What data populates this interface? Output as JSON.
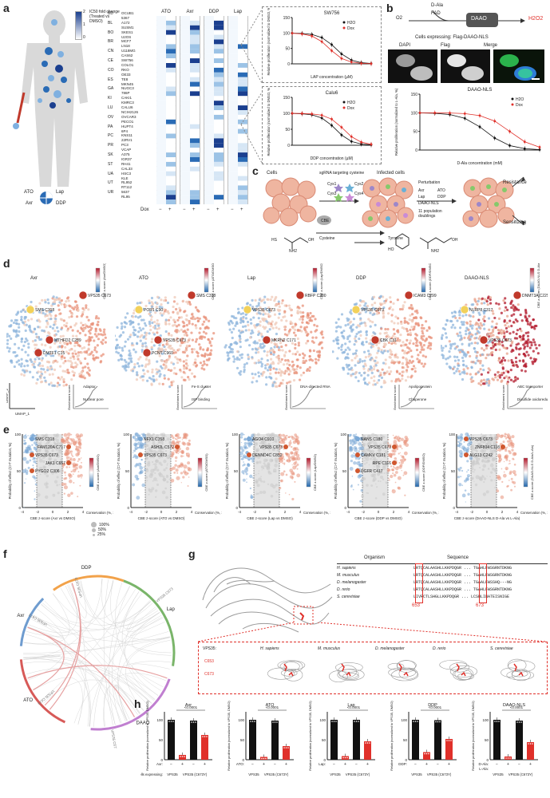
{
  "panels": {
    "a": "a",
    "b": "b",
    "c": "c",
    "d": "d",
    "e": "e",
    "f": "f",
    "g": "g",
    "h": "h"
  },
  "colors": {
    "red": "#e0302a",
    "blue": "#2a6bb5",
    "dark_blue": "#1b3f8f",
    "black": "#111111",
    "grey": "#cfcfcf"
  },
  "panel_a": {
    "legend_title": "IC50 fold change (Treated vs DMSO)",
    "legend_ticks": [
      "2",
      "1",
      "0"
    ],
    "drug_legend": [
      "ATO",
      "Lap",
      "Axr",
      "DDP"
    ],
    "heat_cols": [
      "ATO",
      "Axr",
      "DDP",
      "Lap"
    ],
    "heat_footer": "Dox",
    "heat_signs": [
      "−",
      "+",
      "−",
      "+",
      "−",
      "+",
      "−",
      "+"
    ],
    "tissue_labels": [
      "BD",
      "BL",
      "BO",
      "BR",
      "CN",
      "CE",
      "CO",
      "ES",
      "GA",
      "KI",
      "LU",
      "OV",
      "PA",
      "PC",
      "PR",
      "SK",
      "ST",
      "UA",
      "UT",
      "UR"
    ],
    "cell_lines": [
      "OCUB1",
      "5367",
      "A172",
      "SUSM1",
      "SKES1",
      "U2OS",
      "MCF7",
      "LN18",
      "U118MG",
      "CAS62",
      "SW756",
      "COLO1",
      "RKO",
      "OE33",
      "TE8",
      "MKN45",
      "NUGC3",
      "786P",
      "CAKI1",
      "KMRC3",
      "CALU6",
      "NCIH2126",
      "OVCAR3",
      "PECO1",
      "HUPT4",
      "6P4",
      "KNS11",
      "22RV1",
      "PC3",
      "VCAP",
      "A375",
      "IGR37",
      "RH41",
      "CAL33",
      "HSC3",
      "KLE",
      "RL952",
      "RT112",
      "5637",
      "RL95"
    ],
    "chart1_title": "SW756",
    "chart1_xlabel": "LAP concentration (µM)",
    "chart1_ylabel": "Relative proliferation (normalized to DMSO, %)",
    "chart2_title": "Calu6",
    "chart2_xlabel": "DDP concentration (µM)",
    "chart2_ylabel": "Relative proliferation (normalized to DMSO, %)",
    "legend_h2o": "H2O",
    "legend_dox": "Dox"
  },
  "panel_b": {
    "substrate": "D-Ala",
    "o2": "O2",
    "fad": "FAD",
    "enzyme": "DAAO",
    "product": "H2O2",
    "caption": "Cells expressing: Flag-DAAO-NLS",
    "img_labels": [
      "DAPI",
      "Flag",
      "Merge"
    ],
    "chart_title": "DAAO-NLS",
    "xlabel": "D-Ala concentration (mM)",
    "ylabel": "Relative proliferation (normalized to L-Ala, %)",
    "legend_h2o": "H2O",
    "legend_dox": "Dox"
  },
  "panel_c": {
    "cells": "Cells",
    "sgrna": "sgRNA targeting cysteine",
    "cys": [
      "Cys1",
      "Cys2",
      "Cys3",
      "Cys4"
    ],
    "cbe": "CBE",
    "infected": "Infected cells",
    "perturb_title": "Perturbation",
    "perturb": [
      "Axr",
      "ATO",
      "Lap",
      "DDP",
      "DAAO-NLS"
    ],
    "doublings": "11 population doublings",
    "resistance": "Resistance",
    "sensitizing": "Sensitizing",
    "cys_to_tyr_a": "Cysteine",
    "cys_to_tyr_b": "Tyrosine",
    "nh2": "NH2",
    "oh": "OH",
    "sh": "HS",
    "ho": "HO"
  },
  "panel_d": {
    "umaps": [
      {
        "drug": "Axr",
        "scale": "CBE z-score (Axr/DMSO)",
        "labels": [
          "SMS C318",
          "VPS35 C673",
          "MTHFD2 C289",
          "DMTF1 C15"
        ],
        "enrich": [
          "Adaptor",
          "Nuclear pore"
        ]
      },
      {
        "drug": "ATO",
        "scale": "CBE z-score (ATO/DMSO)",
        "labels": [
          "POR1 C90",
          "SMS C318",
          "VPS35 C673",
          "PCNT C960"
        ],
        "enrich": [
          "Fe-S cluster",
          "ISP binding"
        ]
      },
      {
        "drug": "Lap",
        "scale": "CBE z-score (Lap/DMSO)",
        "labels": [
          "VPS35 C673",
          "RBFP C280",
          "MKRN2 C171"
        ],
        "enrich": [
          "DNA-directed RNA polymerase"
        ]
      },
      {
        "drug": "DDP",
        "scale": "CBE z-score (DDP/DMSO)",
        "labels": [
          "VPS35 C673",
          "ICAM3 C299",
          "CBK C31"
        ],
        "enrich": [
          "Apolipoprotein",
          "Chaperone"
        ]
      },
      {
        "drug": "DAAO-NLS",
        "scale": "CBE z-score (DAAO-NLS D-Ala/L-Ala)",
        "labels": [
          "NLRP8 C317",
          "DNMT3A C225",
          "VPS35 C673"
        ],
        "enrich": [
          "ABC transporter",
          "Disulfide oxidoreductase"
        ]
      }
    ],
    "umap_x": "UMAP_1",
    "umap_y": "UMAP_2",
    "enrich_x": "Enrichment score"
  },
  "panel_e": {
    "plots": [
      {
        "labels": [
          "SMS C318",
          "FAM120A C717",
          "VPS35 C673",
          "JAK1 C657",
          "PYGO2 C306"
        ],
        "xlabel": "CBE z-score (Axr vs DMSO)",
        "scale": "CBE z-score (Axr/DMSO)"
      },
      {
        "labels": [
          "NFX1 C358",
          "ASH2L C572",
          "VPS35 C673"
        ],
        "xlabel": "CBE z-score (ATO vs DMSO)",
        "scale": "CBE z-score (ATO/DMSO)"
      },
      {
        "labels": [
          "AGO4 C910",
          "VPS35 C673",
          "DENND4C C852"
        ],
        "xlabel": "CBE z-score (Lap vs DMSO)",
        "scale": "CBE z-score (Lap/DMSO)"
      },
      {
        "labels": [
          "NANS C180",
          "VPS35 C673",
          "CAMKV C181",
          "RPE C116",
          "DGFR C417"
        ],
        "xlabel": "CBE z-score (DDP vs DMSO)",
        "scale": "CBE z-score (DDP/DMSO)"
      },
      {
        "labels": [
          "VPS35 C673",
          "ZNF804 C118",
          "ALG13 C242"
        ],
        "xlabel": "CBE z-score (DAAO-NLS D-Ala vs L-Ala)",
        "scale": "CBE z-score (DAAO-NLS D-Ala/L-Ala)"
      }
    ],
    "ylabel": "Probability of effect (C>T mutation, %)",
    "conservation": "Conservation (%, 102 organisms)",
    "size_legend": [
      "100%",
      "50%",
      "25%"
    ]
  },
  "panel_f": {
    "arcs": [
      "Lap",
      "DAAO",
      "ATO",
      "Axr",
      "DDP"
    ],
    "ribbons": [
      "VPS35 C673",
      "VPS35 C673",
      "VPS35 C673",
      "VPS35 C673",
      "VPS35 C673"
    ]
  },
  "panel_g": {
    "col_org": "Organism",
    "col_seq": "Sequence",
    "rows": [
      {
        "org": "H. sapiens",
        "seq": "LRTQCALAASHLLKKPDQGR ... TGAHLFWSGRNTDKNG"
      },
      {
        "org": "M. musculus",
        "seq": "LRTQCALAASHLLKKPDQGR ... TGAHLFWSGRNTDKNG"
      },
      {
        "org": "D. melanogaster",
        "seq": "LRTQCALAASHLLKKPDQGR ... TGAALFWSSHQ---NG"
      },
      {
        "org": "D. rerio",
        "seq": "LRTQCALAASHLLKKPDQGR ... TGAHLFWSGRNTDKNG"
      },
      {
        "org": "S. cerevisiae",
        "seq": "LIVRCTLSHGLLKKPDQGR ... LCSHLIWATEISNIGE"
      }
    ],
    "pos1": "653",
    "pos2": "673",
    "struct_labels": [
      "VPS35:",
      "H. sapiens",
      "M. musculus",
      "D. melanogaster",
      "D. rerio",
      "S. cerevisiae"
    ],
    "cys_labels": [
      "C653",
      "C673"
    ]
  },
  "panel_h": {
    "ylabel": "Relative proliferation (normalized to VPS35, DMSO)",
    "pval": "<0.0001",
    "plots": [
      {
        "drug": "Axr",
        "treat_label": "Axr:",
        "values": [
          100,
          12,
          98,
          62
        ],
        "cells": [
          "VPS35",
          "VPS35 (C673Y)"
        ]
      },
      {
        "drug": "ATO",
        "treat_label": "ATO:",
        "values": [
          100,
          7,
          98,
          34
        ],
        "cells": [
          "VPS35",
          "VPS35 (C673Y)"
        ]
      },
      {
        "drug": "Lap",
        "treat_label": "Lap:",
        "values": [
          100,
          9,
          100,
          46
        ],
        "cells": [
          "VPS35",
          "VPS35 (C673Y)"
        ]
      },
      {
        "drug": "DDP",
        "treat_label": "DDP:",
        "values": [
          100,
          19,
          99,
          52
        ],
        "cells": [
          "VPS35",
          "VPS35 (C673Y)"
        ]
      },
      {
        "drug": "DAAO-NLS",
        "treat_label": "D-Ala:",
        "treat_label2": "L-Ala:",
        "values": [
          100,
          8,
          98,
          44
        ],
        "cells": [
          "VPS35",
          "VPS35 (C673Y)"
        ]
      }
    ],
    "signs": [
      "−",
      "+",
      "−",
      "+"
    ],
    "cells_expressing": "Cells expressing:"
  }
}
